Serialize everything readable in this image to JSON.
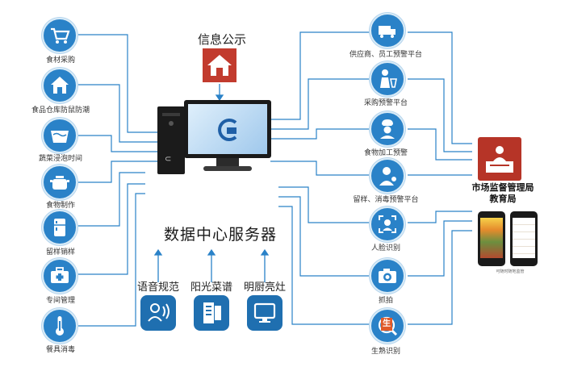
{
  "colors": {
    "line": "#2a82c8",
    "icon_circle": "#2a82c8",
    "tile": "#1f6fb0",
    "red_box": "#c23b2e",
    "text": "#333333"
  },
  "info_title": "信息公示",
  "server_title": "数据中心服务器",
  "left_items": [
    {
      "label": "食材采购",
      "icon": "shopping-cart-icon"
    },
    {
      "label": "食品仓库防鼠防潮",
      "icon": "warehouse-icon"
    },
    {
      "label": "蔬菜浸泡时间",
      "icon": "basin-icon"
    },
    {
      "label": "食物制作",
      "icon": "cooking-pot-icon"
    },
    {
      "label": "留样销样",
      "icon": "fridge-icon"
    },
    {
      "label": "专间管理",
      "icon": "medical-kit-icon"
    },
    {
      "label": "餐具消毒",
      "icon": "thermometer-icon"
    }
  ],
  "right_items": [
    {
      "label": "供应商、员工预警平台",
      "icon": "supplier-truck-icon"
    },
    {
      "label": "采购预警平台",
      "icon": "purchaser-icon"
    },
    {
      "label": "食物加工预警",
      "icon": "chef-icon"
    },
    {
      "label": "留样、消毒预警平台",
      "icon": "staff-person-icon"
    },
    {
      "label": "人脸识别",
      "icon": "face-scan-icon"
    },
    {
      "label": "抓拍",
      "icon": "camera-icon"
    },
    {
      "label": "生熟识别",
      "icon": "raw-cooked-icon"
    }
  ],
  "raw_cooked_glyph": "生",
  "bottom_items": [
    {
      "label": "语音规范",
      "icon": "voice-icon"
    },
    {
      "label": "阳光菜谱",
      "icon": "menu-board-icon"
    },
    {
      "label": "明厨亮灶",
      "icon": "monitor-icon"
    }
  ],
  "market_title_1": "市场监督管理局",
  "market_title_2": "教育局",
  "phone_note": "可随时随地监管"
}
